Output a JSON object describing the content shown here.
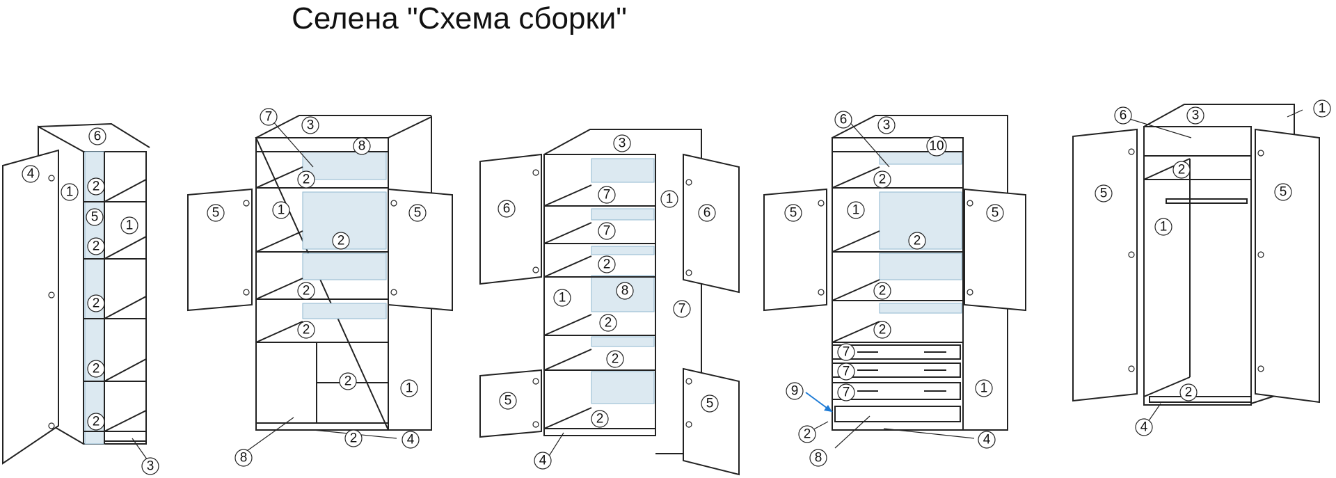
{
  "title": "Селена \"Схема сборки\"",
  "units": [
    {
      "name": "corner-cabinet",
      "callouts": [
        "4",
        "6",
        "1",
        "5",
        "1",
        "2",
        "2",
        "2",
        "2",
        "2",
        "3"
      ]
    },
    {
      "name": "cabinet-two-shelves-doors",
      "callouts": [
        "7",
        "3",
        "8",
        "5",
        "1",
        "2",
        "2",
        "5",
        "2",
        "2",
        "2",
        "1",
        "8",
        "2",
        "4"
      ]
    },
    {
      "name": "cabinet-four-doors",
      "callouts": [
        "3",
        "6",
        "7",
        "1",
        "6",
        "7",
        "2",
        "1",
        "8",
        "2",
        "7",
        "2",
        "5",
        "2",
        "5",
        "4"
      ]
    },
    {
      "name": "cabinet-with-drawers",
      "callouts": [
        "6",
        "3",
        "10",
        "2",
        "5",
        "1",
        "2",
        "5",
        "2",
        "2",
        "7",
        "7",
        "7",
        "9",
        "1",
        "2",
        "8",
        "4"
      ]
    },
    {
      "name": "wardrobe",
      "callouts": [
        "6",
        "3",
        "1",
        "2",
        "5",
        "1",
        "5",
        "2",
        "4"
      ]
    }
  ],
  "colors": {
    "line": "#222222",
    "hatch": "#dce9f1",
    "hatch_stroke": "#8fb7cf",
    "arrow": "#1e7bd6"
  }
}
